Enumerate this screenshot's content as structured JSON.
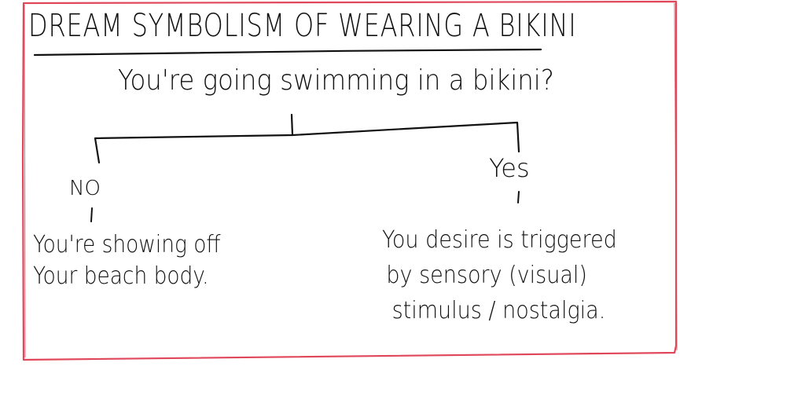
{
  "title": "DREAM SYMBOLISM OF WEARING A BIKINI",
  "question": "You're going swimming in a bikini?",
  "branches": {
    "no": {
      "label": "NO",
      "answer_lines": [
        "You're showing off",
        "Your beach body."
      ]
    },
    "yes": {
      "label": "Yes",
      "answer_lines": [
        "You desire is triggered",
        "by sensory (visual)",
        "stimulus / nostalgia."
      ]
    }
  },
  "colors": {
    "frame": "#e0475a",
    "ink": "#111111",
    "background": "#ffffff"
  }
}
